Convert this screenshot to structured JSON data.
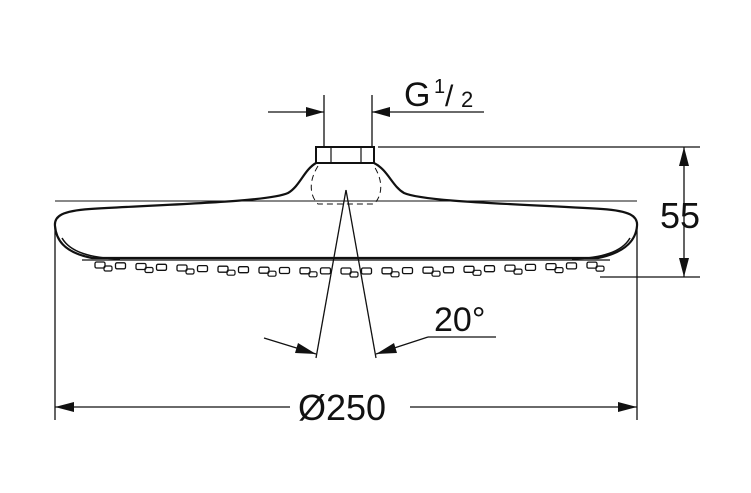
{
  "drawing": {
    "thread_label": "G",
    "thread_fraction_num": "1",
    "thread_fraction_den": "2",
    "height_label": "55",
    "angle_label": "20°",
    "diameter_label": "Ø250"
  },
  "colors": {
    "line": "#111111",
    "background": "#ffffff"
  }
}
